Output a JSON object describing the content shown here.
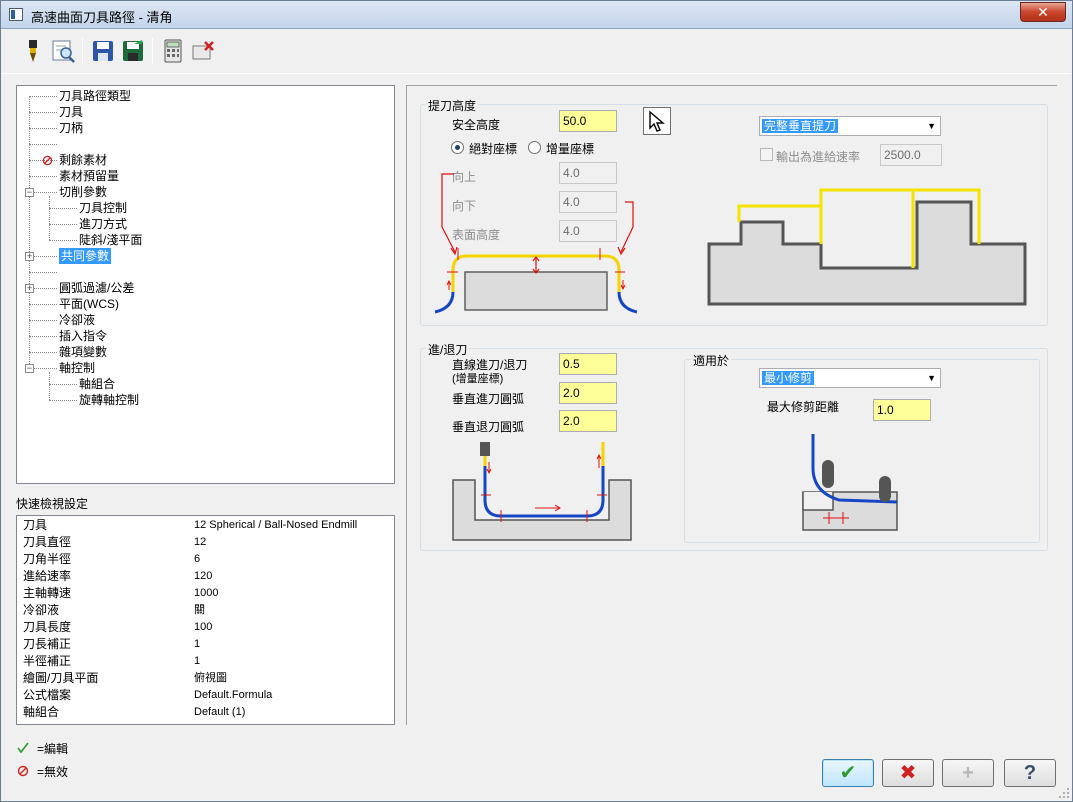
{
  "window": {
    "title": "高速曲面刀具路徑 - 清角",
    "close_glyph": "✕"
  },
  "toolbar": {
    "icons": [
      "tool-icon",
      "preview-icon",
      "save-icon",
      "save-as-icon",
      "calculator-icon",
      "delete-icon"
    ]
  },
  "tree": {
    "items": [
      {
        "label": "刀具路徑類型"
      },
      {
        "label": "刀具"
      },
      {
        "label": "刀柄"
      },
      {
        "label": ""
      },
      {
        "label": "剩餘素材"
      },
      {
        "label": "素材預留量"
      },
      {
        "label": "切削參數"
      },
      {
        "label": "刀具控制"
      },
      {
        "label": "進刀方式"
      },
      {
        "label": "陡斜/淺平面"
      },
      {
        "label": "共同參數"
      },
      {
        "label": ""
      },
      {
        "label": "圓弧過濾/公差"
      },
      {
        "label": "平面(WCS)"
      },
      {
        "label": "冷卻液"
      },
      {
        "label": "插入指令"
      },
      {
        "label": "雜項變數"
      },
      {
        "label": "軸控制"
      },
      {
        "label": "軸組合"
      },
      {
        "label": "旋轉軸控制"
      }
    ],
    "plus_glyph": "+",
    "minus_glyph": "−"
  },
  "quick_view": {
    "title": "快速檢視設定",
    "rows": [
      {
        "key": "刀具",
        "value": "12 Spherical / Ball-Nosed Endmill"
      },
      {
        "key": "刀具直徑",
        "value": "12"
      },
      {
        "key": "刀角半徑",
        "value": "6"
      },
      {
        "key": "進給速率",
        "value": "120"
      },
      {
        "key": "主軸轉速",
        "value": "1000"
      },
      {
        "key": "冷卻液",
        "value": "關"
      },
      {
        "key": "刀具長度",
        "value": "100"
      },
      {
        "key": "刀長補正",
        "value": "1"
      },
      {
        "key": "半徑補正",
        "value": "1"
      },
      {
        "key": "繪圖/刀具平面",
        "value": "俯視圖"
      },
      {
        "key": "公式檔案",
        "value": "Default.Formula"
      },
      {
        "key": "軸組合",
        "value": "Default (1)"
      }
    ]
  },
  "legend": {
    "edit_label": "=編輯",
    "disabled_label": "=無效",
    "edit_color": "#2e9a2e",
    "disabled_color": "#d21f1f"
  },
  "retract": {
    "group_title": "提刀高度",
    "safety_label": "安全高度",
    "safety_value": "50.0",
    "abs_label": "絕對座標",
    "inc_label": "增量座標",
    "up_label": "向上",
    "up_value": "4.0",
    "down_label": "向下",
    "down_value": "4.0",
    "surface_label": "表面高度",
    "surface_value": "4.0",
    "mode_value": "完整垂直提刀",
    "feed_check_label": "輸出為進給速率",
    "feed_value": "2500.0"
  },
  "entry_exit": {
    "group_title": "進/退刀",
    "line_label_1": "直線進刀/退刀",
    "line_label_2": "(增量座標)",
    "line_value": "0.5",
    "entry_arc_label": "垂直進刀圓弧",
    "entry_arc_value": "2.0",
    "exit_arc_label": "垂直退刀圓弧",
    "exit_arc_value": "2.0"
  },
  "applies": {
    "group_title": "適用於",
    "mode_value": "最小修剪",
    "trim_label": "最大修剪距離",
    "trim_value": "1.0"
  },
  "buttons": {
    "ok_glyph": "✔",
    "cancel_glyph": "✖",
    "add_glyph": "+",
    "help_glyph": "?"
  },
  "colors": {
    "field_yellow": "#ffff99",
    "selection_blue": "#3399ff",
    "path_blue": "#1546c6",
    "path_yellow": "#f5e400",
    "marker_red": "#e01010"
  }
}
